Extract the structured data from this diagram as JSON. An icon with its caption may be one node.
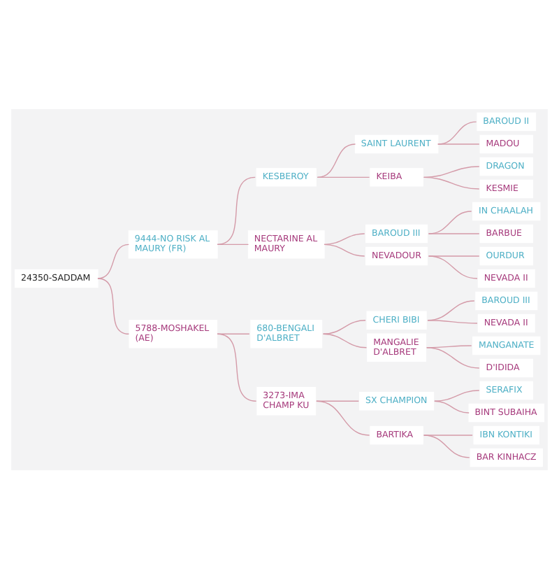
{
  "diagram": {
    "nodes": [
      {
        "text": [
          "24350-SADDAM"
        ]
      },
      {
        "text": [
          "9444-NO RISK AL MAURY (FR)"
        ]
      },
      {
        "text": [
          "KESBEROY"
        ]
      },
      {
        "text": [
          "SAINT LAURENT"
        ]
      },
      {
        "text": [
          "BAROUD II"
        ]
      },
      {
        "text": [
          "MADOU"
        ]
      },
      {
        "text": [
          "KEIBA"
        ]
      },
      {
        "text": [
          "DRAGON"
        ]
      },
      {
        "text": [
          "KESMIE"
        ]
      },
      {
        "text": [
          "NECTARINE AL MAURY"
        ]
      },
      {
        "text": [
          "BAROUD III"
        ]
      },
      {
        "text": [
          "IN CHAALAH"
        ]
      },
      {
        "text": [
          "BARBUE"
        ]
      },
      {
        "text": [
          "NEVADOUR"
        ]
      },
      {
        "text": [
          "OURDUR"
        ]
      },
      {
        "text": [
          "NEVADA II"
        ]
      },
      {
        "text": [
          "5788-MOSHAKEL (AE)"
        ]
      },
      {
        "text": [
          "680-BENGALI D'ALBRET"
        ]
      },
      {
        "text": [
          "CHERI BIBI"
        ]
      },
      {
        "text": [
          "BAROUD III"
        ]
      },
      {
        "text": [
          "NEVADA II"
        ]
      },
      {
        "text": [
          "MANGALIE D'ALBRET"
        ]
      },
      {
        "text": [
          "MANGANATE"
        ]
      },
      {
        "text": [
          "D'IDIDA"
        ]
      },
      {
        "text": [
          "3273-IMA CHAMP KU"
        ]
      },
      {
        "text": [
          "SX CHAMPION"
        ]
      },
      {
        "text": [
          "SERAFIX"
        ]
      },
      {
        "text": [
          "BINT SUBAIHA"
        ]
      },
      {
        "text": [
          "BARTIKA"
        ]
      },
      {
        "text": [
          "IBN KONTIKI"
        ]
      },
      {
        "text": [
          "BAR KINHACZ"
        ]
      }
    ],
    "edges": [
      {
        "from": 0,
        "to": 1,
        "arrow": "none"
      },
      {
        "from": 1,
        "to": 2,
        "arrow": "none"
      },
      {
        "from": 2,
        "to": 3,
        "arrow": "none"
      },
      {
        "from": 3,
        "to": 4,
        "arrow": "none"
      },
      {
        "from": 3,
        "to": 5,
        "arrow": "none"
      },
      {
        "from": 2,
        "to": 6,
        "arrow": "none"
      },
      {
        "from": 6,
        "to": 7,
        "arrow": "none"
      },
      {
        "from": 6,
        "to": 8,
        "arrow": "none"
      },
      {
        "from": 1,
        "to": 9,
        "arrow": "none"
      },
      {
        "from": 9,
        "to": 10,
        "arrow": "none"
      },
      {
        "from": 10,
        "to": 11,
        "arrow": "none"
      },
      {
        "from": 10,
        "to": 12,
        "arrow": "none"
      },
      {
        "from": 9,
        "to": 13,
        "arrow": "none"
      },
      {
        "from": 13,
        "to": 14,
        "arrow": "none"
      },
      {
        "from": 13,
        "to": 15,
        "arrow": "none"
      },
      {
        "from": 0,
        "to": 16,
        "arrow": "none"
      },
      {
        "from": 16,
        "to": 17,
        "arrow": "none"
      },
      {
        "from": 17,
        "to": 18,
        "arrow": "none"
      },
      {
        "from": 18,
        "to": 19,
        "arrow": "none"
      },
      {
        "from": 18,
        "to": 20,
        "arrow": "none"
      },
      {
        "from": 17,
        "to": 21,
        "arrow": "none"
      },
      {
        "from": 21,
        "to": 22,
        "arrow": "none"
      },
      {
        "from": 21,
        "to": 23,
        "arrow": "none"
      },
      {
        "from": 16,
        "to": 24,
        "arrow": "none"
      },
      {
        "from": 24,
        "to": 25,
        "arrow": "none"
      },
      {
        "from": 25,
        "to": 26,
        "arrow": "none"
      },
      {
        "from": 25,
        "to": 27,
        "arrow": "none"
      },
      {
        "from": 24,
        "to": 28,
        "arrow": "none"
      },
      {
        "from": 28,
        "to": 29,
        "arrow": "none"
      },
      {
        "from": 28,
        "to": 30,
        "arrow": "none"
      }
    ]
  }
}
